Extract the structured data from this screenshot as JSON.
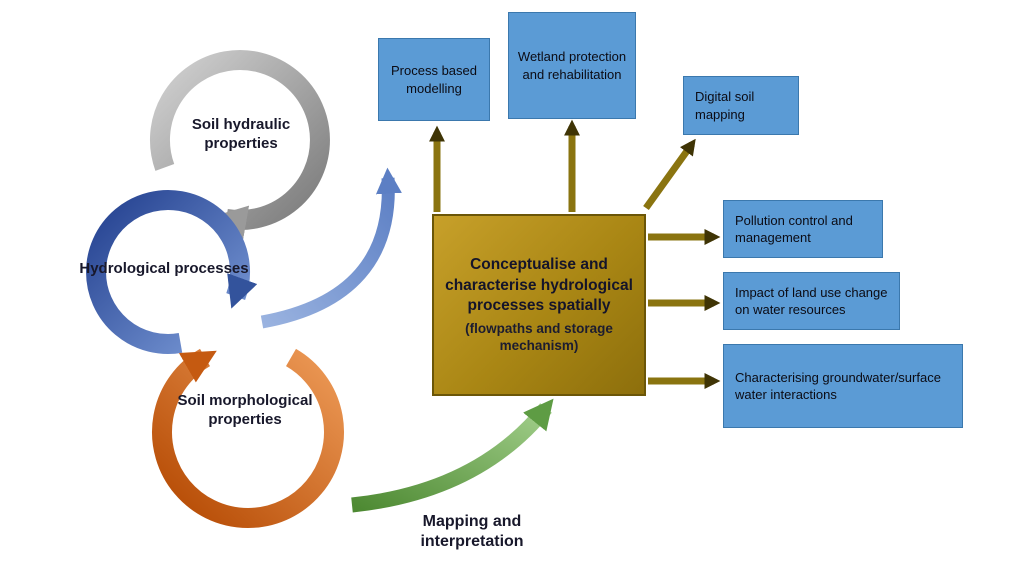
{
  "cycles": {
    "soil_hydraulic": "Soil hydraulic properties",
    "hydrological": "Hydrological processes",
    "soil_morphological": "Soil morphological properties"
  },
  "center_box": {
    "title": "Conceptualise and characterise hydrological processes spatially",
    "subtitle": "(flowpaths and storage mechanism)"
  },
  "outputs": {
    "process_modelling": "Process based modelling",
    "wetland": "Wetland protection and rehabilitation",
    "digital_soil": "Digital soil mapping",
    "pollution": "Pollution control and management",
    "land_use": "Impact of land use change on water resources",
    "groundwater": "Characterising groundwater/surface water interactions"
  },
  "bottom_arrow_label": "Mapping and interpretation",
  "colors": {
    "output_box_fill": "#5b9bd5",
    "output_box_border": "#3b78ad",
    "center_box_fill": "#a98614",
    "center_box_border": "#6b5608",
    "connector_arrow": "#8a7410",
    "gray_cycle": "#9a9a9a",
    "blue_cycle": "#33539c",
    "orange_cycle": "#c55a11",
    "green_arrow": "#5e9c44",
    "text": "#18182b"
  }
}
